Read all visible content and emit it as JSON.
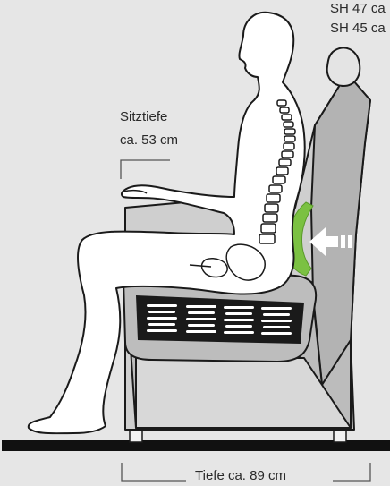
{
  "labels": {
    "seat_height_1": "SH 47 ca",
    "seat_height_2": "SH 45 ca",
    "seat_depth_title": "Sitztiefe",
    "seat_depth_value": "ca. 53 cm",
    "total_depth": "Tiefe ca. 89 cm"
  },
  "colors": {
    "background": "#e6e6e6",
    "chair_front": "#cfcfcf",
    "chair_side": "#b3b3b3",
    "chair_dark": "#8e8e8e",
    "outline": "#1a1a1a",
    "lumbar_support": "#7bc142",
    "arrow": "#ffffff"
  }
}
